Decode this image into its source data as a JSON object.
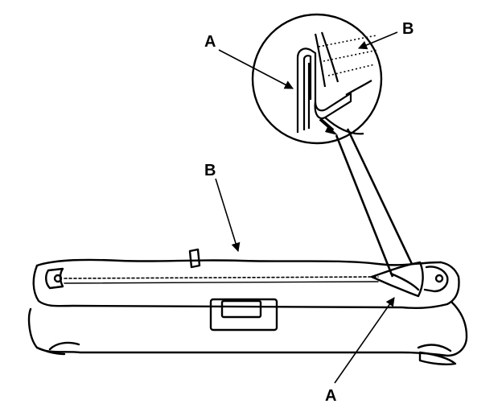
{
  "labels": {
    "a_top": "A",
    "b_top": "B",
    "b_mid": "B",
    "a_bottom": "A"
  },
  "colors": {
    "line": "#000000",
    "paper": "#ffffff"
  }
}
